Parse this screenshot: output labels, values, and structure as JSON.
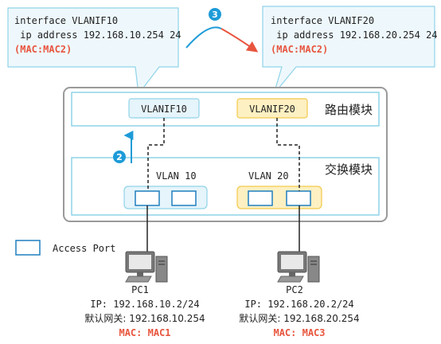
{
  "callouts": {
    "left": {
      "line1": "interface VLANIF10",
      "line2": " ip address 192.168.10.254 24",
      "mac": "(MAC:MAC2)"
    },
    "right": {
      "line1": "interface VLANIF20",
      "line2": " ip address 192.168.20.254 24",
      "mac": "(MAC:MAC2)"
    },
    "step3": "3"
  },
  "device": {
    "routing_module": {
      "label": "路由模块",
      "vlanif10": "VLANIF10",
      "vlanif20": "VLANIF20"
    },
    "switching_module": {
      "label": "交换模块",
      "vlan10": "VLAN 10",
      "vlan20": "VLAN 20"
    },
    "step2": "2"
  },
  "legend": {
    "label": "Access Port"
  },
  "hosts": {
    "pc1": {
      "name": "PC1",
      "ip": "IP: 192.168.10.2/24",
      "gateway": "默认网关: 192.168.10.254",
      "mac": "MAC: MAC1"
    },
    "pc2": {
      "name": "PC2",
      "ip": "IP: 192.168.20.2/24",
      "gateway": "默认网关: 192.168.20.254",
      "mac": "MAC: MAC3"
    }
  },
  "colors": {
    "callout_border": "#8fd3e8",
    "callout_fill": "#eef8fc",
    "accent_blue": "#1d9bd8",
    "accent_red": "#e8553f",
    "vlanif10_fill": "#e6f4fb",
    "vlanif20_fill": "#fdf0c2",
    "vlanif20_border": "#f2c94c",
    "device_border": "#9a9a9a",
    "port_border": "#1f7fbf"
  }
}
